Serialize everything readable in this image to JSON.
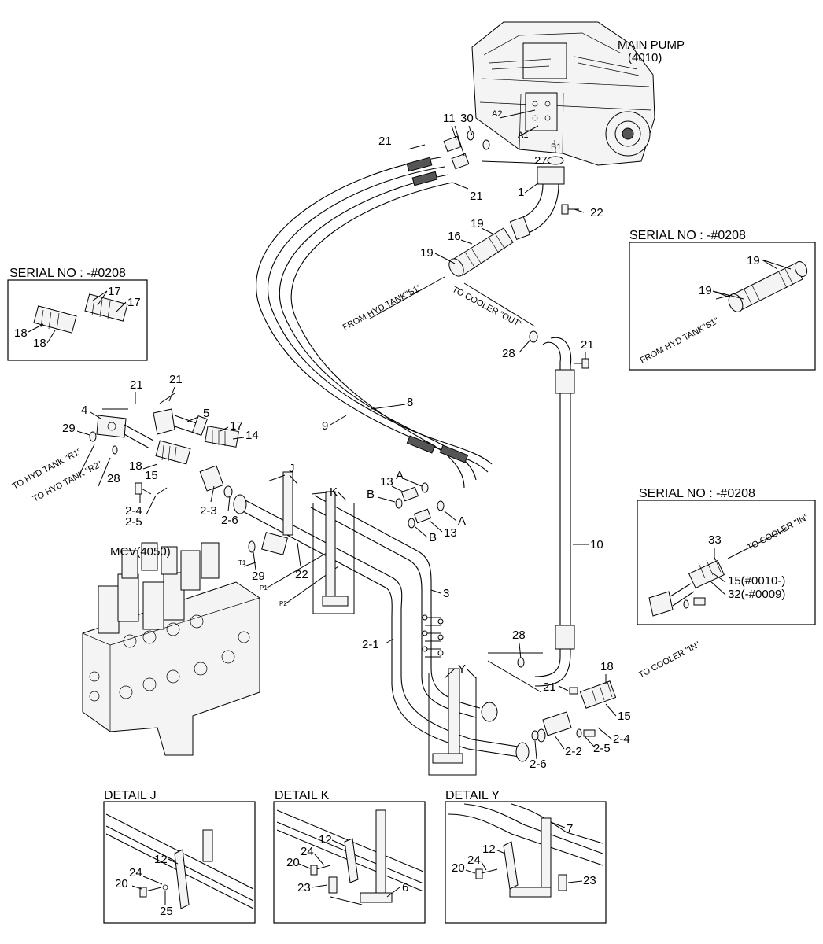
{
  "serial_boxes": {
    "left": "SERIAL NO : -#0208",
    "right_top": "SERIAL NO : -#0208",
    "right_mid": "SERIAL NO : -#0208"
  },
  "main_pump": {
    "line1": "MAIN PUMP",
    "line2": "(4010)"
  },
  "mcv": "MCV(4050)",
  "ports": {
    "a2": "A2",
    "a1": "A1",
    "b1": "B1",
    "t1": "T1",
    "p1": "P1",
    "p2": "P2"
  },
  "flow_labels": {
    "from_hyd_tank_s1": "FROM HYD TANK\"S1\"",
    "from_hyd_tank_s1_box": "FROM HYD TANK\"S1\"",
    "to_cooler_out": "TO COOLER \"OUT\"",
    "to_hyd_tank_r1": "TO HYD TANK \"R1\"",
    "to_hyd_tank_r2": "TO HYD TANK \"R2\"",
    "to_cooler_in_box": "TO COOLER \"IN\"",
    "to_cooler_in": "TO COOLER \"IN\""
  },
  "details": {
    "j": "DETAIL J",
    "k": "DETAIL K",
    "y": "DETAIL Y"
  },
  "view_letters": {
    "j": "J",
    "k": "K",
    "y": "Y"
  },
  "callouts": {
    "c11": "11",
    "c30": "30",
    "c21a": "21",
    "c21b": "21",
    "c27": "27",
    "c1": "1",
    "c22a": "22",
    "c19a": "19",
    "c16": "16",
    "c19b": "19",
    "s_19a": "19",
    "s_19b": "19",
    "s_17a": "17",
    "s_17b": "17",
    "s_18a": "18",
    "s_18b": "18",
    "c28a": "28",
    "c21c": "21",
    "c21d": "21",
    "c21e": "21",
    "c4": "4",
    "c5": "5",
    "c29a": "29",
    "c17": "17",
    "c14": "14",
    "c18": "18",
    "c15a": "15",
    "c28b": "28",
    "c8": "8",
    "c9": "9",
    "c13a": "13",
    "c13b": "13",
    "cA1": "A",
    "cA2": "A",
    "cB1": "B",
    "cB2": "B",
    "c2_4a": "2-4",
    "c2_5a": "2-5",
    "c2_3": "2-3",
    "c2_6a": "2-6",
    "c29b": "29",
    "c22b": "22",
    "c10": "10",
    "c3": "3",
    "c2_1": "2-1",
    "c28c": "28",
    "c21f": "21",
    "c18b": "18",
    "c15b": "15",
    "c2_2": "2-2",
    "c2_5b": "2-5",
    "c2_4b": "2-4",
    "c2_6b": "2-6",
    "s_33": "33",
    "s_15": "15(#0010-)",
    "s_32": "32(-#0009)",
    "dj_12": "12",
    "dj_24": "24",
    "dj_20": "20",
    "dj_25": "25",
    "dk_12": "12",
    "dk_24": "24",
    "dk_20": "20",
    "dk_23": "23",
    "dk_6": "6",
    "dy_7": "7",
    "dy_12": "12",
    "dy_24": "24",
    "dy_20": "20",
    "dy_23": "23"
  }
}
